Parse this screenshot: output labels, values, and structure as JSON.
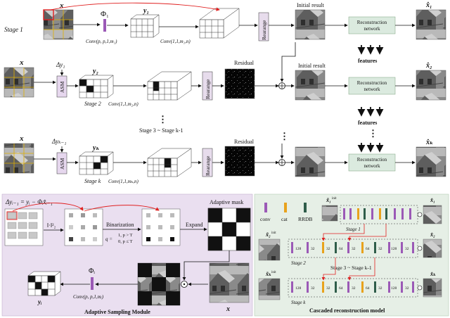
{
  "top": {
    "x_label": "x",
    "phi_label": "Φ₁",
    "y1_label": "y₁",
    "stage1": "Stage 1",
    "conv_p": "Conv(p, p,1,m₁)",
    "conv_11_m1n": "Conv(1,1,m₁,n)",
    "rearrange": "Rearange",
    "initial_result": "Initial result",
    "recon_network_1": "Reconstruction",
    "recon_network_2": "network",
    "xhat1": "x̂₁",
    "features": "features"
  },
  "middle": {
    "x_label": "x",
    "delta_y2": "Δy₁",
    "asm": "ASM",
    "y2_label": "y₂",
    "stage2": "Stage 2",
    "conv_11_m2n": "Conv(1,1,m₂,n)",
    "rearrange": "Rearange",
    "residual": "Residual",
    "initial_result": "Initial result",
    "recon_network_1": "Reconstruction",
    "recon_network_2": "network",
    "xhat2": "x̂₂",
    "features": "features",
    "dots": "⋮",
    "stage_range": "Stage 3 ~ Stage k-1"
  },
  "bottom": {
    "x_label": "x",
    "delta_yk": "Δyₖ₋₁",
    "asm": "ASM",
    "yk_label": "yₖ",
    "stagek": "Stage k",
    "conv_11_mkn": "Conv(1,1,mₖ,n)",
    "rearrange": "Rearange",
    "residual": "Residual",
    "recon_network_1": "Reconstruction",
    "recon_network_2": "network",
    "xhatk": "x̂ₖ"
  },
  "asm_panel": {
    "formula": "Δyᵢ₋₁ = yᵢ − Φᵢx̂ᵢ₋₁",
    "norm": "‖·‖²₂",
    "binarization": "Binarization",
    "rule_line1": "1, p > T",
    "rule_line2": "0, p ≤ T",
    "q_eq": "q =",
    "expand": "Expand",
    "adaptive_mask": "Adaptive mask",
    "phi": "Φᵢ",
    "conv": "Conv(p, p,1,mᵢ)",
    "yi": "yᵢ",
    "x": "x",
    "title": "Adaptive Sampling Module"
  },
  "recon_panel": {
    "legend_conv": "conv",
    "legend_cat": "cat",
    "legend_rrdb": "RRDB",
    "x1_init": "x̃₁",
    "x2_init": "x̃₂",
    "xk_init": "x̃ₖ",
    "init_sup": "init",
    "stage1": "Stage 1",
    "stage2": "Stage 2",
    "stage_range": "Stage 3 ~ Stage k-1",
    "stagek": "Stage k",
    "xhat1": "x̂₁",
    "xhat2": "x̂₂",
    "xhatk": "x̂ₖ",
    "n128": "128",
    "n32": "32",
    "n64": "64",
    "title": "Cascaded reconstruction model"
  },
  "colors": {
    "conv": "#9b59b6",
    "cat": "#e8a21c",
    "rrdb": "#2f5d4a",
    "asm_box": "#e6d7ee",
    "recon_box": "#dbeadf",
    "rearrange": "#e7dcec",
    "asm_panel_bg": "#eadff0",
    "recon_panel_bg": "#e6efe6",
    "grid_line": "#e0b000",
    "red": "#e02020"
  }
}
